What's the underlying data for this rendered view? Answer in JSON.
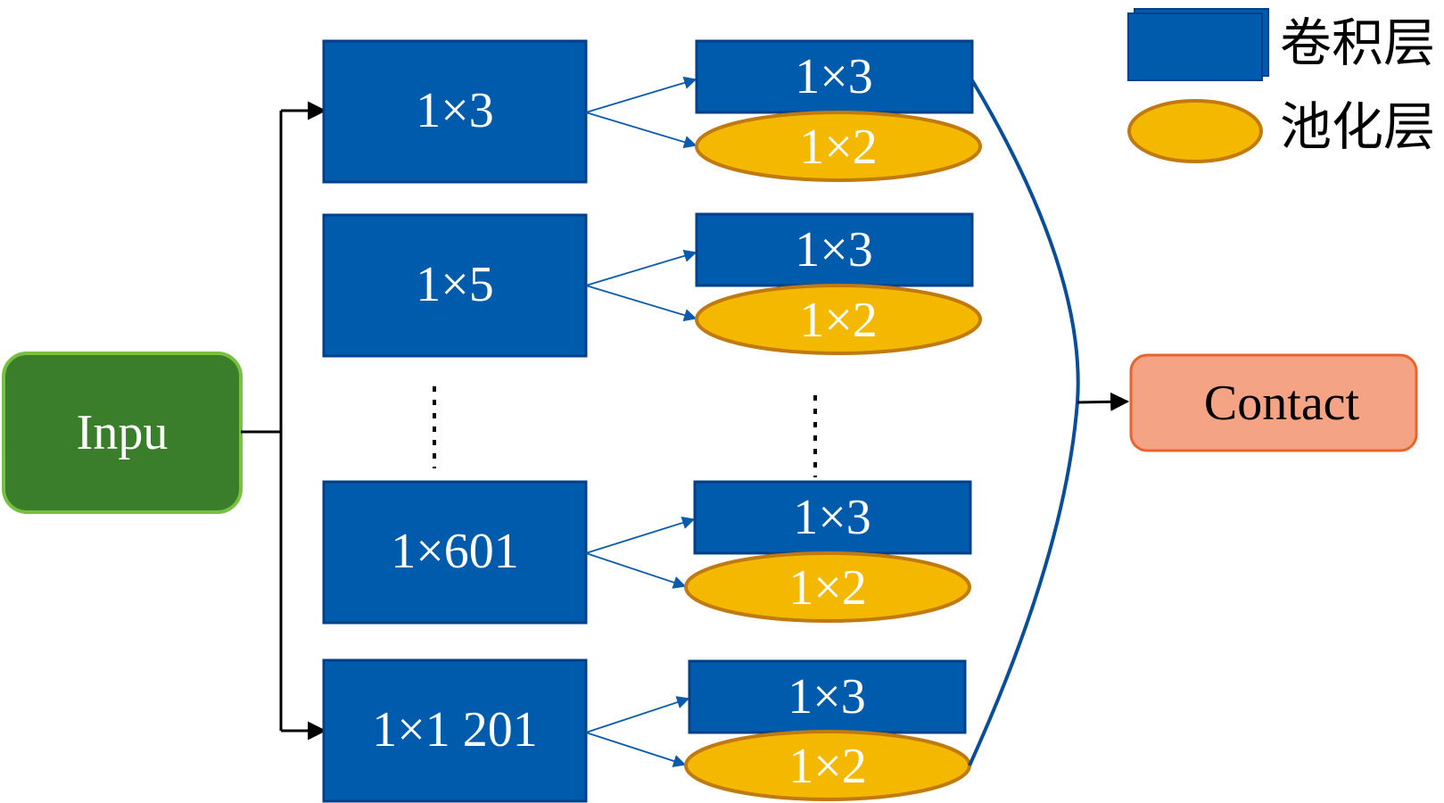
{
  "colors": {
    "conv_fill": "#005BAC",
    "conv_stroke": "#00408A",
    "pool_fill": "#F5B800",
    "pool_stroke": "#C07A10",
    "input_fill": "#3A7D2A",
    "input_stroke": "#78C040",
    "concat_fill": "#F4A384",
    "concat_stroke": "#E8642B",
    "connector": "#000000",
    "branch_arrow": "#0A5BAE",
    "merge_curve": "#0A4E9A"
  },
  "input": {
    "label": "Inpu"
  },
  "output": {
    "label": "Contact"
  },
  "legend": {
    "conv_label": "卷积层",
    "pool_label": "池化层"
  },
  "branches": [
    {
      "kernel": "1×3",
      "conv": "1×3",
      "pool": "1×2"
    },
    {
      "kernel": "1×5",
      "conv": "1×3",
      "pool": "1×2"
    },
    {
      "kernel": "1×601",
      "conv": "1×3",
      "pool": "1×2"
    },
    {
      "kernel": "1×1 201",
      "conv": "1×3",
      "pool": "1×2"
    }
  ]
}
